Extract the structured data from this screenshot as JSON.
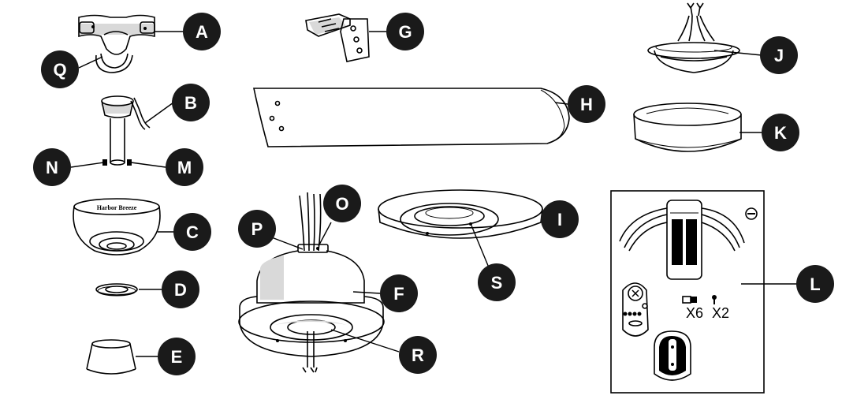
{
  "parts": [
    {
      "id": "A",
      "label": "A"
    },
    {
      "id": "B",
      "label": "B"
    },
    {
      "id": "C",
      "label": "C"
    },
    {
      "id": "D",
      "label": "D"
    },
    {
      "id": "E",
      "label": "E"
    },
    {
      "id": "F",
      "label": "F"
    },
    {
      "id": "G",
      "label": "G"
    },
    {
      "id": "H",
      "label": "H"
    },
    {
      "id": "I",
      "label": "I"
    },
    {
      "id": "J",
      "label": "J"
    },
    {
      "id": "K",
      "label": "K"
    },
    {
      "id": "L",
      "label": "L"
    },
    {
      "id": "M",
      "label": "M"
    },
    {
      "id": "N",
      "label": "N"
    },
    {
      "id": "O",
      "label": "O"
    },
    {
      "id": "P",
      "label": "P"
    },
    {
      "id": "Q",
      "label": "Q"
    },
    {
      "id": "R",
      "label": "R"
    },
    {
      "id": "S",
      "label": "S"
    }
  ],
  "hardware": {
    "screw_qty": "X6",
    "small_screw_qty": "X2"
  },
  "brand_logo": "Harbor Breeze",
  "colors": {
    "badge": "#1a1a1a",
    "badge_text": "#ffffff",
    "line": "#000000",
    "shade": "#d9d9d9"
  }
}
